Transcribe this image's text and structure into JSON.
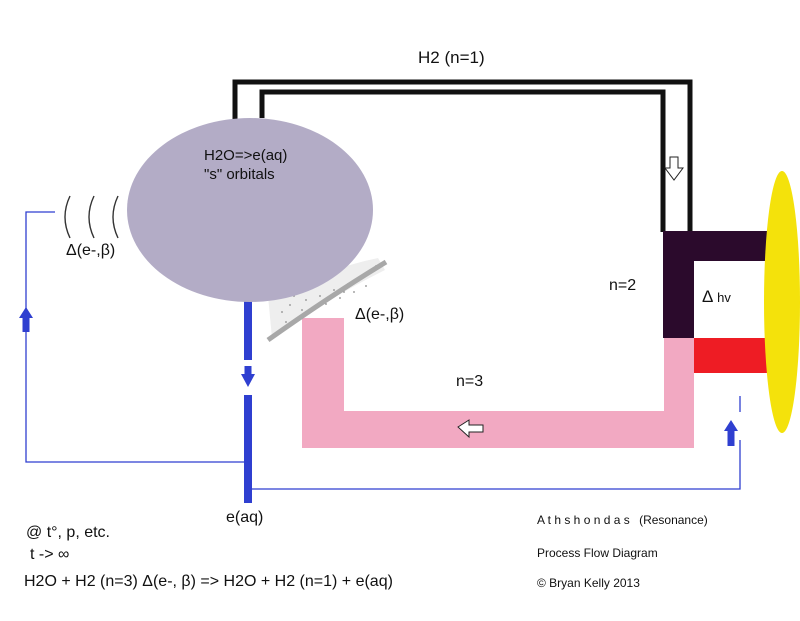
{
  "labels": {
    "top_pipe": "H2 (n=1)",
    "sphere_line1": "H2O=>e(aq)",
    "sphere_line2": "\"s\" orbitals",
    "emission_left": "Δ(e-,β)",
    "emission_plate": "Δ(e-,β)",
    "n2": "n=2",
    "n3": "n=3",
    "delta": "Δ",
    "hv": "hv",
    "eaq": "e(aq)"
  },
  "notes": {
    "conditions": "@ t°, p, etc.",
    "limit": "t -> ∞",
    "equation": "H2O + H2 (n=3) Δ(e-, β) => H2O + H2 (n=1) + e(aq)"
  },
  "credits": {
    "name": "A t h s h o n d a s",
    "subtitle": "(Resonance)",
    "type": "Process Flow Diagram",
    "copyright": "© Bryan Kelly 2013"
  },
  "colors": {
    "sphere": "#b3acc6",
    "pink_pipe": "#f2a9c2",
    "dark_block": "#2b0a2c",
    "red_block": "#ee1c24",
    "lamp": "#f4e20b",
    "blue": "#2f3fd0"
  }
}
